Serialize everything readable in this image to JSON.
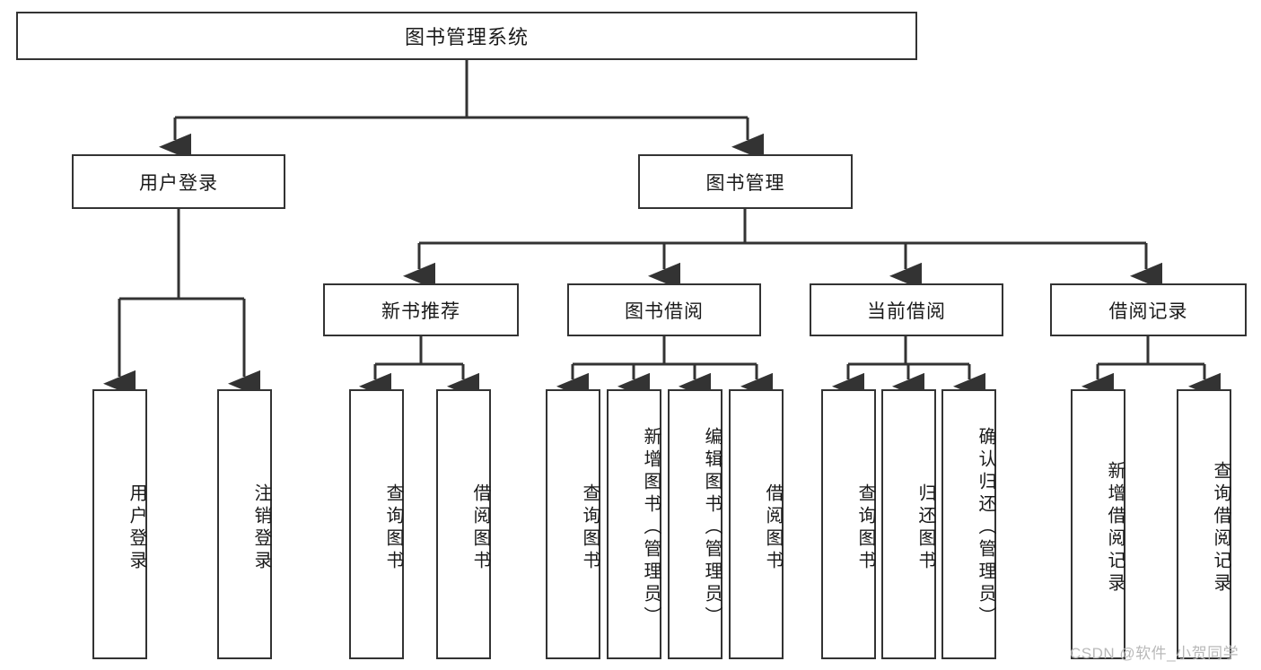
{
  "diagram": {
    "title": "图书管理系统",
    "type": "hierarchy-tree",
    "levels": 4,
    "root": {
      "id": "root",
      "label": "图书管理系统",
      "orientation": "horizontal"
    },
    "level2": [
      {
        "id": "user-login",
        "label": "用户登录",
        "orientation": "horizontal"
      },
      {
        "id": "book-management",
        "label": "图书管理",
        "orientation": "horizontal"
      }
    ],
    "level3": [
      {
        "id": "new-book-recommend",
        "label": "新书推荐",
        "orientation": "horizontal",
        "parent": "book-management"
      },
      {
        "id": "book-borrow",
        "label": "图书借阅",
        "orientation": "horizontal",
        "parent": "book-management"
      },
      {
        "id": "current-borrow",
        "label": "当前借阅",
        "orientation": "horizontal",
        "parent": "book-management"
      },
      {
        "id": "borrow-record",
        "label": "借阅记录",
        "orientation": "horizontal",
        "parent": "book-management"
      }
    ],
    "leaves": [
      {
        "id": "leaf-user-login",
        "label": "用户登录",
        "orientation": "vertical",
        "parent": "user-login"
      },
      {
        "id": "leaf-user-logout",
        "label": "注销登录",
        "orientation": "vertical",
        "parent": "user-login"
      },
      {
        "id": "leaf-query-book-1",
        "label": "查询图书",
        "orientation": "vertical",
        "parent": "new-book-recommend"
      },
      {
        "id": "leaf-borrow-book-1",
        "label": "借阅图书",
        "orientation": "vertical",
        "parent": "new-book-recommend"
      },
      {
        "id": "leaf-query-book-2",
        "label": "查询图书",
        "orientation": "vertical",
        "parent": "book-borrow"
      },
      {
        "id": "leaf-add-book",
        "label": "新增图书（管理员）",
        "orientation": "vertical",
        "parent": "book-borrow"
      },
      {
        "id": "leaf-edit-book",
        "label": "编辑图书（管理员）",
        "orientation": "vertical",
        "parent": "book-borrow"
      },
      {
        "id": "leaf-borrow-book-2",
        "label": "借阅图书",
        "orientation": "vertical",
        "parent": "book-borrow"
      },
      {
        "id": "leaf-query-book-3",
        "label": "查询图书",
        "orientation": "vertical",
        "parent": "current-borrow"
      },
      {
        "id": "leaf-return-book",
        "label": "归还图书",
        "orientation": "vertical",
        "parent": "current-borrow"
      },
      {
        "id": "leaf-confirm-return",
        "label": "确认归还（管理员）",
        "orientation": "vertical",
        "parent": "current-borrow"
      },
      {
        "id": "leaf-add-record",
        "label": "新增借阅记录",
        "orientation": "vertical",
        "parent": "borrow-record"
      },
      {
        "id": "leaf-query-record",
        "label": "查询借阅记录",
        "orientation": "vertical",
        "parent": "borrow-record"
      }
    ],
    "colors": {
      "stroke": "#333333",
      "fill": "#ffffff",
      "text": "#1a1a1a",
      "watermark": "#b9b9b9"
    }
  },
  "watermark": {
    "text": "CSDN @软件_小贺同学"
  }
}
